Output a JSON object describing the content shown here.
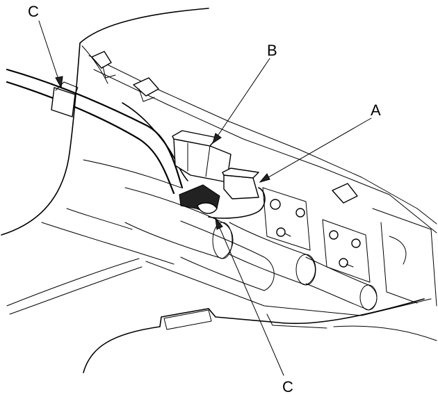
{
  "callouts": {
    "c_top": "C",
    "b": "B",
    "a": "A",
    "c_bottom": "C"
  }
}
